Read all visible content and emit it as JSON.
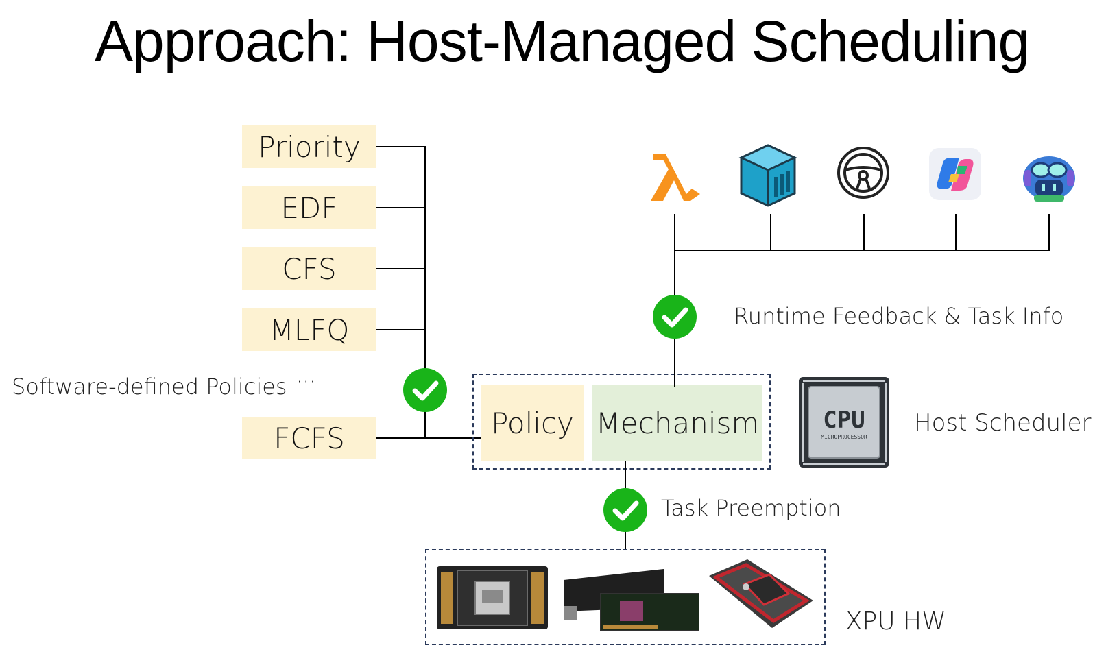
{
  "title": "Approach: Host-Managed Scheduling",
  "policies": [
    "Priority",
    "EDF",
    "CFS",
    "MLFQ",
    "FCFS"
  ],
  "ellipsis": "···",
  "policies_label": "Software-defined Policies",
  "scheduler": {
    "policy": "Policy",
    "mechanism": "Mechanism",
    "label": "Host Scheduler",
    "cpu_text": "CPU",
    "cpu_subtext": "MICROPROCESSOR"
  },
  "feedback_label": "Runtime Feedback & Task Info",
  "preemption_label": "Task Preemption",
  "hardware_label": "XPU HW",
  "workloads": [
    "lambda-icon",
    "container-icon",
    "steering-wheel-icon",
    "copilot-icon",
    "copilot-robot-icon"
  ],
  "hardware_cards": [
    "nvidia-gpu",
    "amd-instinct-card",
    "huawei-accelerator-card"
  ],
  "colors": {
    "policy_bg": "#fdf2d2",
    "mechanism_bg": "#e3efd9",
    "check_green": "#19b419",
    "lambda_orange": "#f7931e",
    "container_blue": "#1ea1c9"
  }
}
